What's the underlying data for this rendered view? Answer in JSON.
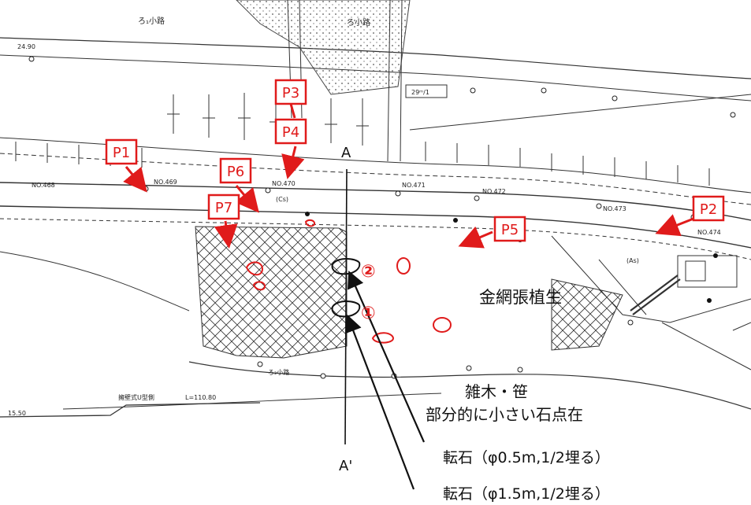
{
  "markers": [
    {
      "id": "p1",
      "label": "P1"
    },
    {
      "id": "p2",
      "label": "P2"
    },
    {
      "id": "p3",
      "label": "P3"
    },
    {
      "id": "p4",
      "label": "P4"
    },
    {
      "id": "p5",
      "label": "P5"
    },
    {
      "id": "p6",
      "label": "P6"
    },
    {
      "id": "p7",
      "label": "P7"
    }
  ],
  "section_line": {
    "top_label": "A",
    "bottom_label": "A'"
  },
  "boulders": [
    {
      "number": "②",
      "caption": "転石（φ0.5m,1/2埋る）"
    },
    {
      "number": "①",
      "caption": "転石（φ1.5m,1/2埋る）"
    }
  ],
  "annotations": {
    "wire_mesh": "金網張植生",
    "brush": "雑木・笹",
    "scattered_stones": "部分的に小さい石点在"
  },
  "plan_labels": {
    "road_top": "ろ₁小路",
    "road_top_right": "ろ小路",
    "road_bottom": "ろ₂小路",
    "stations": [
      "NO.468",
      "NO.469",
      "NO.470",
      "NO.471",
      "NO.472",
      "NO.473",
      "NO.474"
    ],
    "elev_top_left": "24.90",
    "box_label": "29ᵐ/1",
    "bottom_left_label": "擁壁式U型側",
    "bottom_length": "L=110.80",
    "bottom_left_num": "15.50",
    "cs": "(Cs)",
    "as": "(As)"
  },
  "colors": {
    "marker": "#e01b1b",
    "line": "#222222"
  }
}
